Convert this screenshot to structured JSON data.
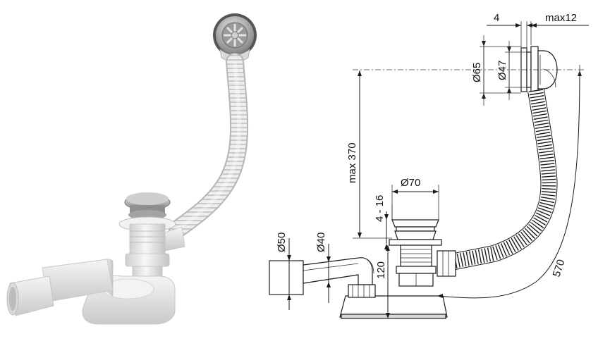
{
  "photo": {
    "description_icon": "bath-drain-photo"
  },
  "drawing": {
    "dimensions": {
      "d4": "4",
      "max12": "max12",
      "d65": "Ø65",
      "d47": "Ø47",
      "max370": "max 370",
      "d70": "Ø70",
      "r4_16": "4 - 16",
      "d50": "Ø50",
      "d40": "Ø40",
      "h120": "120",
      "l570": "570"
    }
  },
  "colors": {
    "line": "#1a1a1a",
    "plastic": "#f2f2f2",
    "chrome": "#b9b9b9",
    "shadow": "#9a9a9a"
  }
}
